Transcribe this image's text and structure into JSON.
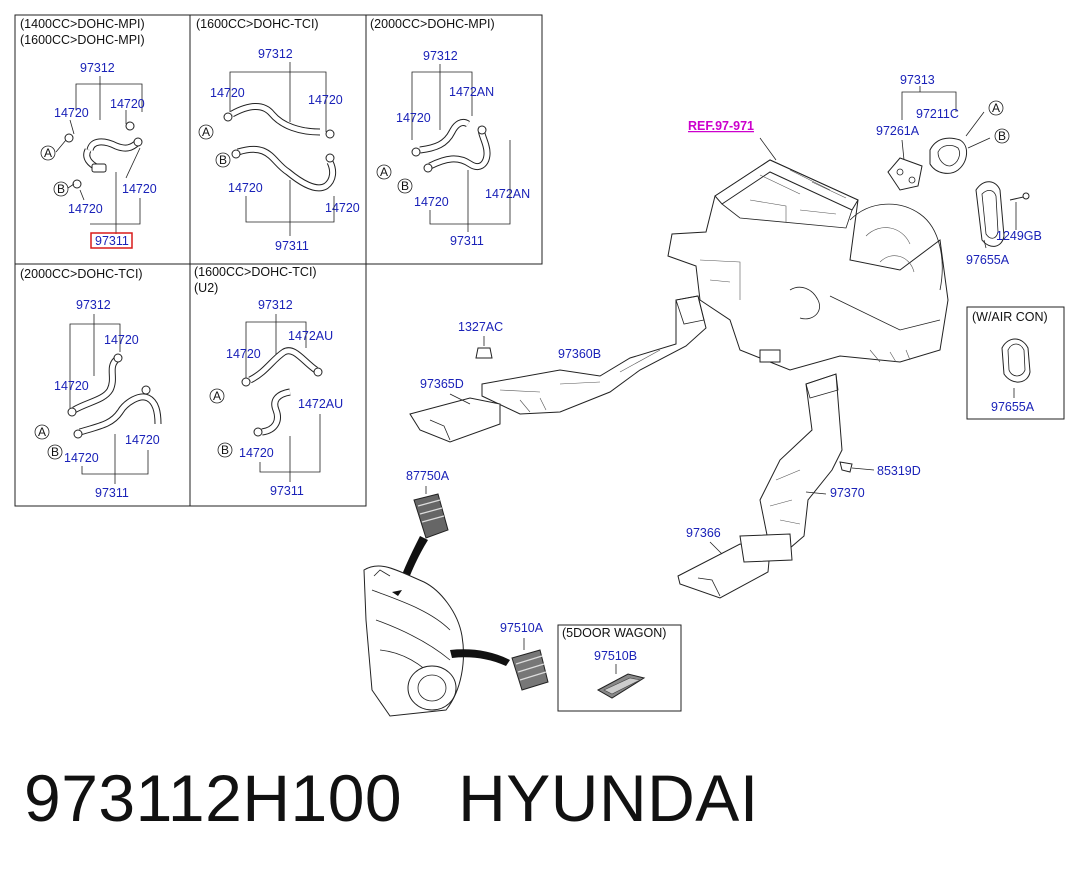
{
  "boxes": {
    "b1_title1": "(1400CC>DOHC-MPI)",
    "b1_title2": "(1600CC>DOHC-MPI)",
    "b2_title": "(1600CC>DOHC-TCI)",
    "b3_title": "(2000CC>DOHC-MPI)",
    "b4_title": "(2000CC>DOHC-TCI)",
    "b5_title1": "(1600CC>DOHC-TCI)",
    "b5_title2": "(U2)",
    "aircon_title": "(W/AIR CON)",
    "wagon_title": "(5DOOR WAGON)"
  },
  "callouts": {
    "a": "A",
    "b": "B"
  },
  "parts": {
    "p97312": "97312",
    "p97311": "97311",
    "p14720": "14720",
    "p1472AN": "1472AN",
    "p1472AU": "1472AU",
    "p97313": "97313",
    "p97261A": "97261A",
    "p97211C": "97211C",
    "p1249GB": "1249GB",
    "p97655A": "97655A",
    "p1327AC": "1327AC",
    "p97360B": "97360B",
    "p97365D": "97365D",
    "p85319D": "85319D",
    "p97370": "97370",
    "p97366": "97366",
    "p87750A": "87750A",
    "p97510A": "97510A",
    "p97510B": "97510B"
  },
  "ref_label": "REF.97-971",
  "colors": {
    "highlight": "#d81b1b",
    "ref": "#cc00cc",
    "part_number": "#1a22b8"
  },
  "footer": {
    "part_number": "973112H100",
    "brand": "HYUNDAI"
  }
}
